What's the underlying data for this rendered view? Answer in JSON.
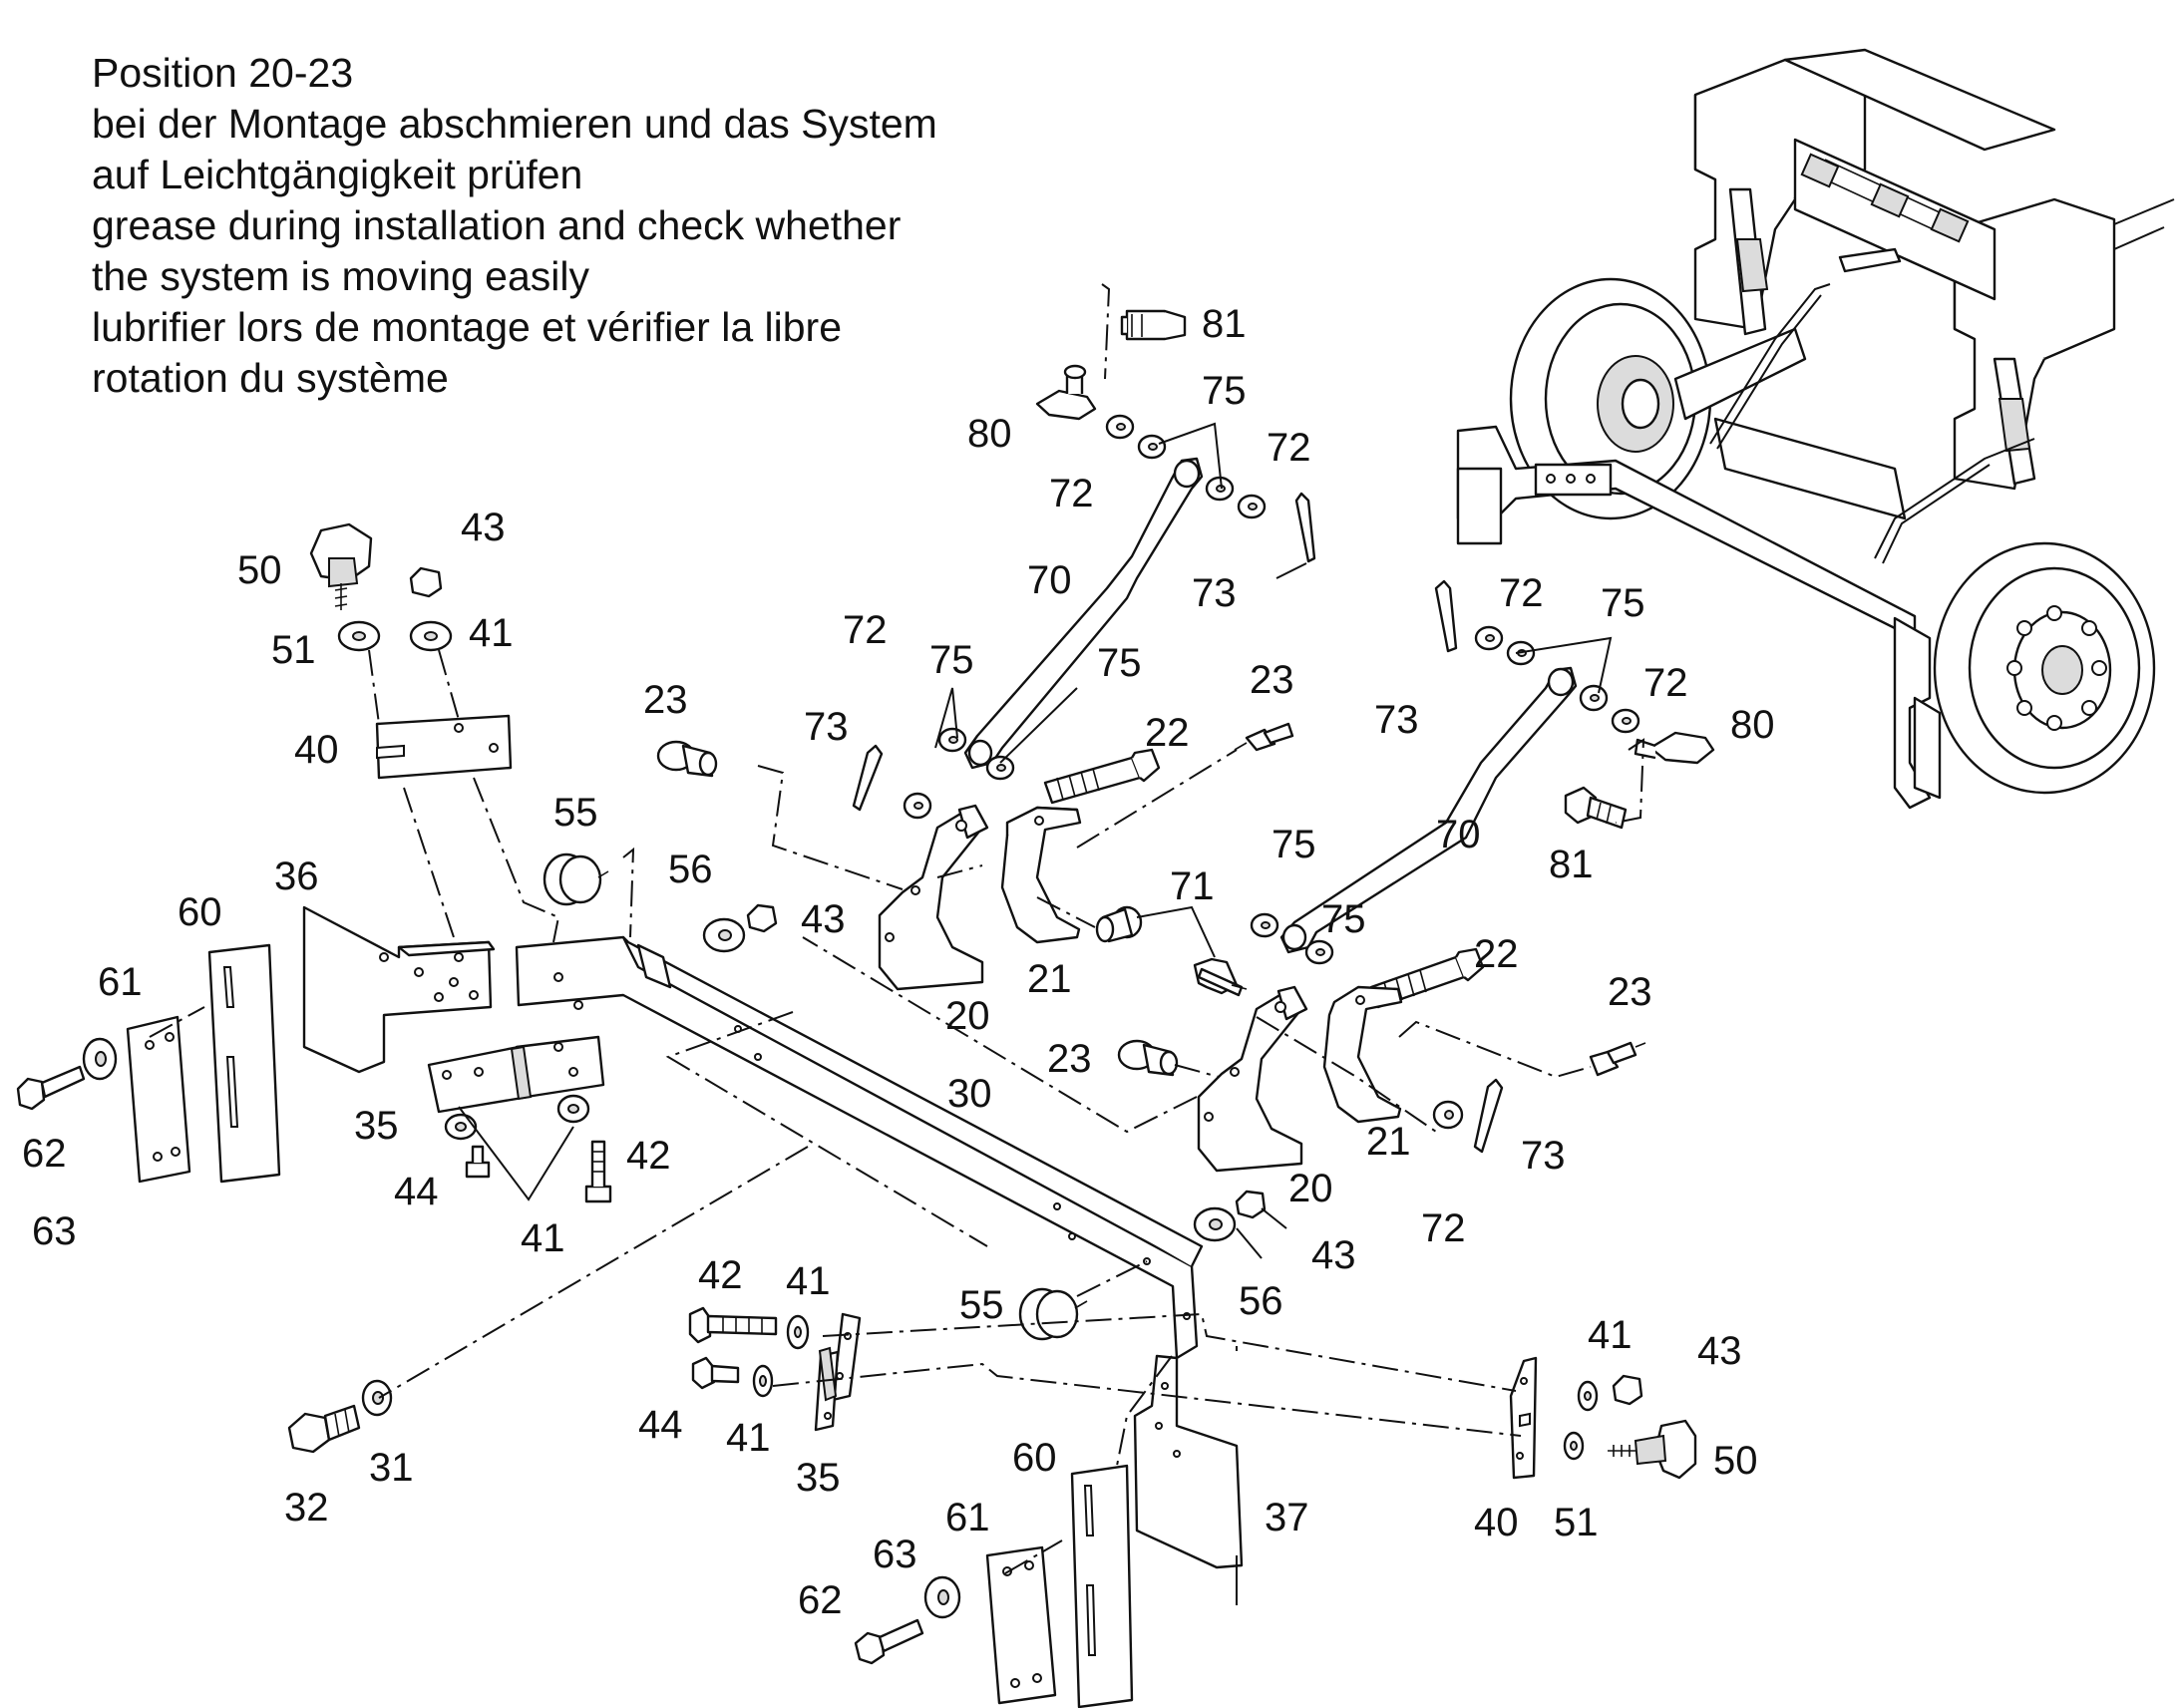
{
  "instructions": {
    "lines": [
      "Position 20-23",
      "bei der Montage abschmieren und das System",
      "auf Leichtgängigkeit prüfen",
      "grease during installation and check whether",
      "the system is moving easily",
      "lubrifier lors de montage et vérifier la libre",
      "rotation du système"
    ]
  },
  "callouts": [
    "81",
    "80",
    "72",
    "75",
    "72",
    "73",
    "70",
    "72",
    "75",
    "73",
    "75",
    "22",
    "23",
    "23",
    "21",
    "20",
    "71",
    "43",
    "56",
    "50",
    "43",
    "51",
    "41",
    "40",
    "55",
    "36",
    "60",
    "61",
    "62",
    "63",
    "35",
    "44",
    "41",
    "42",
    "72",
    "75",
    "73",
    "72",
    "80",
    "81",
    "70",
    "75",
    "75",
    "22",
    "23",
    "23",
    "21",
    "20",
    "73",
    "72",
    "30",
    "43",
    "56",
    "55",
    "42",
    "41",
    "44",
    "41",
    "35",
    "41",
    "43",
    "50",
    "40",
    "51",
    "32",
    "31",
    "60",
    "61",
    "63",
    "62",
    "37"
  ]
}
